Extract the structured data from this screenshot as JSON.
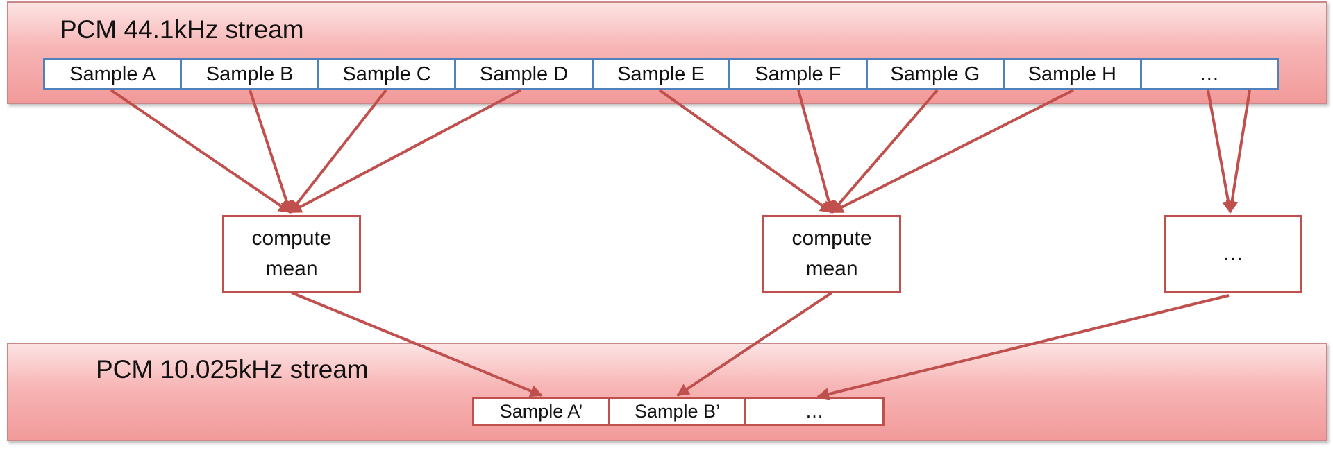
{
  "input_stream": {
    "title": "PCM 44.1kHz stream",
    "samples": [
      "Sample A",
      "Sample B",
      "Sample C",
      "Sample D",
      "Sample E",
      "Sample F",
      "Sample G",
      "Sample H",
      "…"
    ]
  },
  "processors": [
    {
      "line1": "compute",
      "line2": "mean"
    },
    {
      "line1": "compute",
      "line2": "mean"
    },
    {
      "line1": "…",
      "line2": ""
    }
  ],
  "output_stream": {
    "title": "PCM 10.025kHz stream",
    "samples": [
      "Sample  A’",
      "Sample  B’",
      "…"
    ]
  },
  "colors": {
    "arrow": "#c0504d",
    "input_border": "#4f81bd",
    "output_border": "#c0504d",
    "band_fill": "#f7b5b5"
  }
}
